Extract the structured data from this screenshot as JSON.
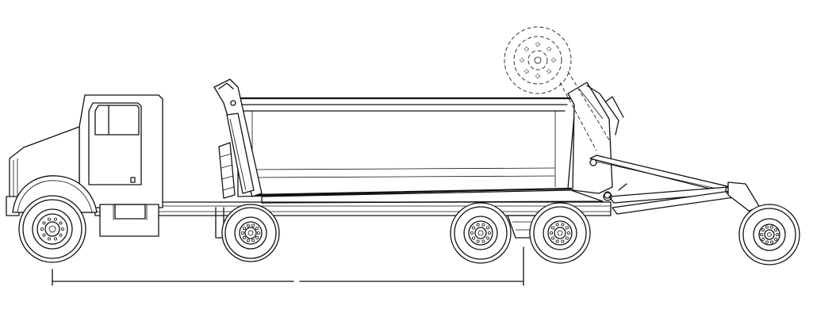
{
  "figure": {
    "subject": "dump-truck-with-booster-axle",
    "line_color": "#111111",
    "background": "#ffffff",
    "wheels": [
      "steer-wheel",
      "pusher-wheel",
      "drive-wheel-front",
      "drive-wheel-rear",
      "booster-wheel",
      "spare-wheel-stowed"
    ],
    "dimension_line": {
      "label": ""
    }
  }
}
